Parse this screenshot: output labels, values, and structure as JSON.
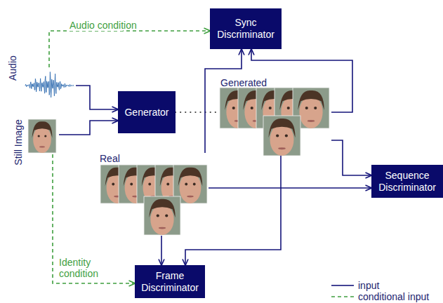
{
  "diagram": {
    "nodes": [
      {
        "text": [
          "Sync Discriminator"
        ]
      },
      {
        "text": [
          "Audio"
        ]
      },
      {
        "text": [
          "Generator"
        ]
      },
      {
        "text": [
          "Generated"
        ]
      },
      {
        "text": [
          "Still Image"
        ]
      },
      {
        "text": [
          "Real"
        ]
      },
      {
        "text": [
          "Sequence Discriminator"
        ]
      },
      {
        "text": [
          "Frame Discriminator"
        ]
      }
    ],
    "edges": [
      {
        "from": 1,
        "to": 0,
        "arrow": "to",
        "label": "Audio condition"
      },
      {
        "from": 1,
        "to": 2,
        "arrow": "to"
      },
      {
        "from": 4,
        "to": 2,
        "arrow": "to"
      },
      {
        "from": 2,
        "to": 3,
        "arrow": "none"
      },
      {
        "from": 5,
        "to": 0,
        "arrow": "to"
      },
      {
        "from": 3,
        "to": 0,
        "arrow": "to"
      },
      {
        "from": 5,
        "to": 6,
        "arrow": "to"
      },
      {
        "from": 3,
        "to": 6,
        "arrow": "to"
      },
      {
        "from": 5,
        "to": 7,
        "arrow": "to"
      },
      {
        "from": 3,
        "to": 7,
        "arrow": "to"
      },
      {
        "from": 4,
        "to": 7,
        "arrow": "to",
        "label": "Identity condition"
      }
    ],
    "legend": [
      {
        "text": "input"
      },
      {
        "text": "conditional input"
      }
    ]
  }
}
